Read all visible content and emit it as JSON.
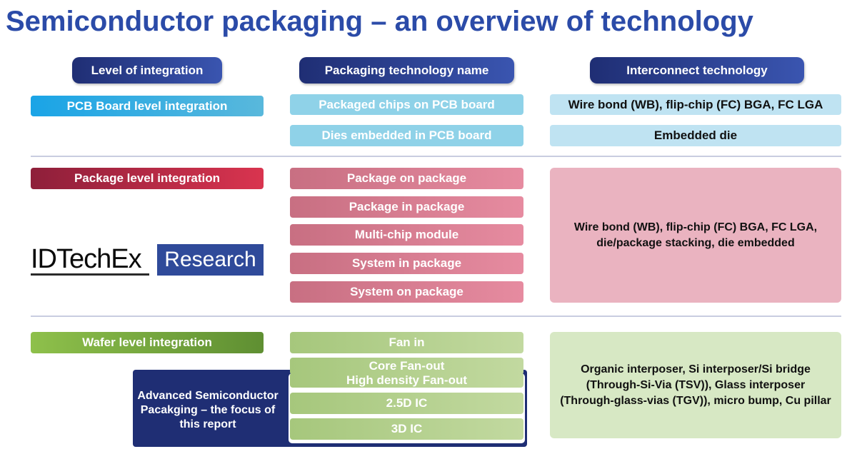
{
  "title": "Semiconductor packaging – an overview of technology",
  "headers": {
    "level": "Level of integration",
    "name": "Packaging technology name",
    "interconnect": "Interconnect technology"
  },
  "pcb": {
    "level": "PCB Board level integration",
    "names": [
      "Packaged chips on PCB board",
      "Dies embedded in PCB board"
    ],
    "interconnect": [
      "Wire bond (WB), flip-chip (FC) BGA, FC LGA",
      "Embedded die"
    ]
  },
  "package": {
    "level": "Package level integration",
    "names": [
      "Package on package",
      "Package in package",
      "Multi-chip module",
      "System in package",
      "System on package"
    ],
    "interconnect": "Wire bond (WB), flip-chip (FC) BGA, FC LGA, die/package stacking, die embedded"
  },
  "wafer": {
    "level": "Wafer level integration",
    "names": [
      "Fan in",
      "Core Fan-out",
      "High density Fan-out",
      "2.5D IC",
      "3D IC"
    ],
    "interconnect": "Organic interposer, Si interposer/Si bridge (Through-Si-Via (TSV)), Glass interposer (Through-glass-vias (TGV)), micro bump, Cu pillar"
  },
  "advanced": "Advanced Semiconductor Pacakging – the focus of this report",
  "logo": {
    "part1": "IDTechEx",
    "part2": "Research"
  }
}
